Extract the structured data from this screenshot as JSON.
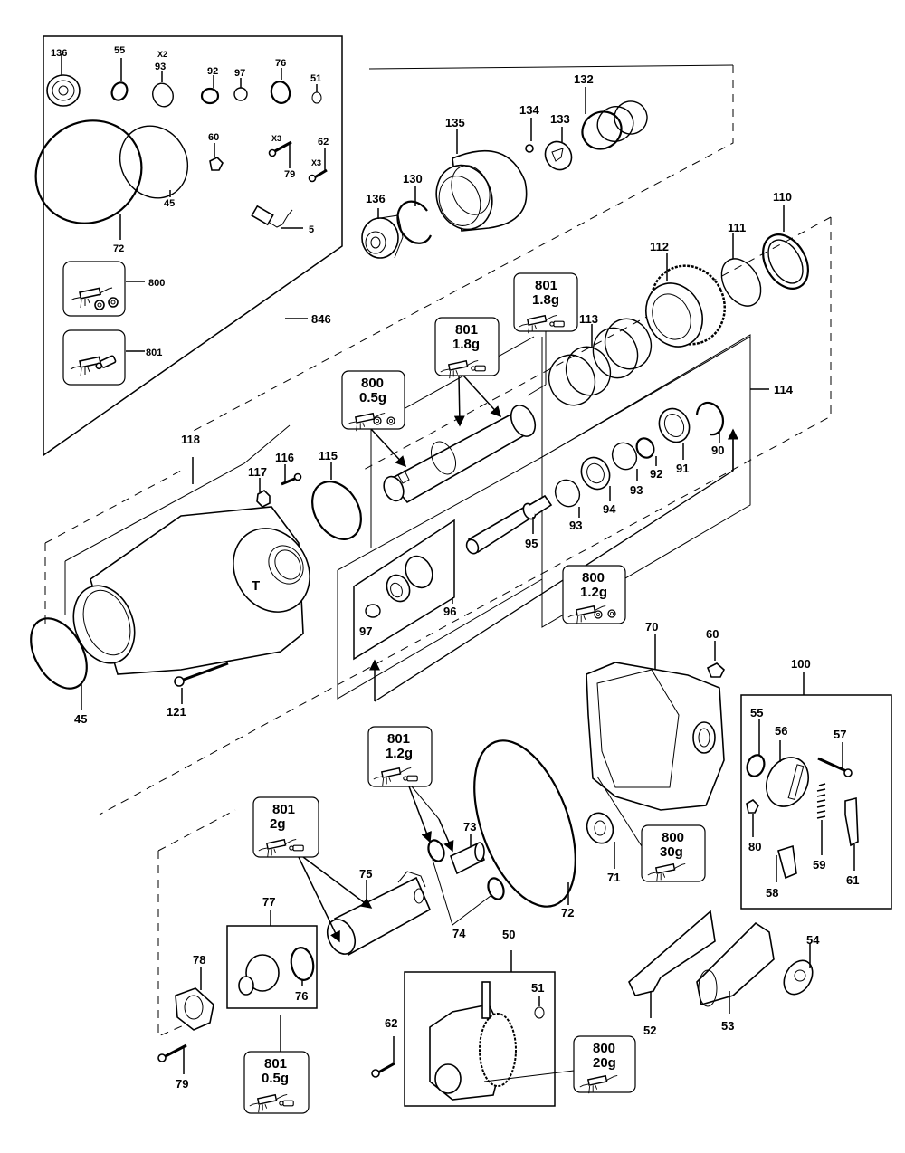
{
  "diagram": {
    "type": "exploded-parts-view",
    "kit_box": {
      "id": "846",
      "parts": [
        {
          "id": "136"
        },
        {
          "id": "55"
        },
        {
          "id": "93",
          "qty": "X2"
        },
        {
          "id": "92"
        },
        {
          "id": "97"
        },
        {
          "id": "76"
        },
        {
          "id": "51"
        },
        {
          "id": "72"
        },
        {
          "id": "45"
        },
        {
          "id": "60"
        },
        {
          "id": "79",
          "qty": "X3"
        },
        {
          "id": "62",
          "qty": "X3"
        },
        {
          "id": "5"
        },
        {
          "id": "800"
        },
        {
          "id": "801"
        }
      ]
    },
    "labels": {
      "p136a": "136",
      "p55a": "55",
      "p93a": "93",
      "p93a_qty": "X2",
      "p92a": "92",
      "p97a": "97",
      "p76a": "76",
      "p51a": "51",
      "p72a": "72",
      "p45a": "45",
      "p60a": "60",
      "p79a": "79",
      "p79a_qty": "X3",
      "p62a": "62",
      "p62a_qty": "X3",
      "p5": "5",
      "p800a": "800",
      "p801a": "801",
      "p846": "846",
      "p132": "132",
      "p134": "134",
      "p133": "133",
      "p135": "135",
      "p130": "130",
      "p136b": "136",
      "p110": "110",
      "p111": "111",
      "p112": "112",
      "p113": "113",
      "p114": "114",
      "p90": "90",
      "p91": "91",
      "p92b": "92",
      "p93b": "93",
      "p93c": "93",
      "p94": "94",
      "p95": "95",
      "p96": "96",
      "p97b": "97",
      "p118": "118",
      "p117": "117",
      "p116": "116",
      "p115": "115",
      "p45b": "45",
      "p121": "121",
      "p70": "70",
      "p60b": "60",
      "p100": "100",
      "p55b": "55",
      "p56": "56",
      "p57": "57",
      "p80": "80",
      "p59": "59",
      "p61": "61",
      "p58": "58",
      "p71": "71",
      "p72b": "72",
      "p73": "73",
      "p74": "74",
      "p75": "75",
      "p77": "77",
      "p76b": "76",
      "p78": "78",
      "p79b": "79",
      "p50": "50",
      "p51b": "51",
      "p62b": "62",
      "p52": "52",
      "p53": "53",
      "p54": "54"
    },
    "grease_callouts": [
      {
        "key": "g1",
        "part": "801",
        "amount": "1.8g"
      },
      {
        "key": "g2",
        "part": "801",
        "amount": "1.8g"
      },
      {
        "key": "g3",
        "part": "800",
        "amount": "0.5g"
      },
      {
        "key": "g4",
        "part": "800",
        "amount": "1.2g"
      },
      {
        "key": "g5",
        "part": "801",
        "amount": "1.2g"
      },
      {
        "key": "g6",
        "part": "801",
        "amount": "2g"
      },
      {
        "key": "g7",
        "part": "800",
        "amount": "30g"
      },
      {
        "key": "g8",
        "part": "801",
        "amount": "0.5g"
      },
      {
        "key": "g9",
        "part": "800",
        "amount": "20g"
      }
    ]
  }
}
